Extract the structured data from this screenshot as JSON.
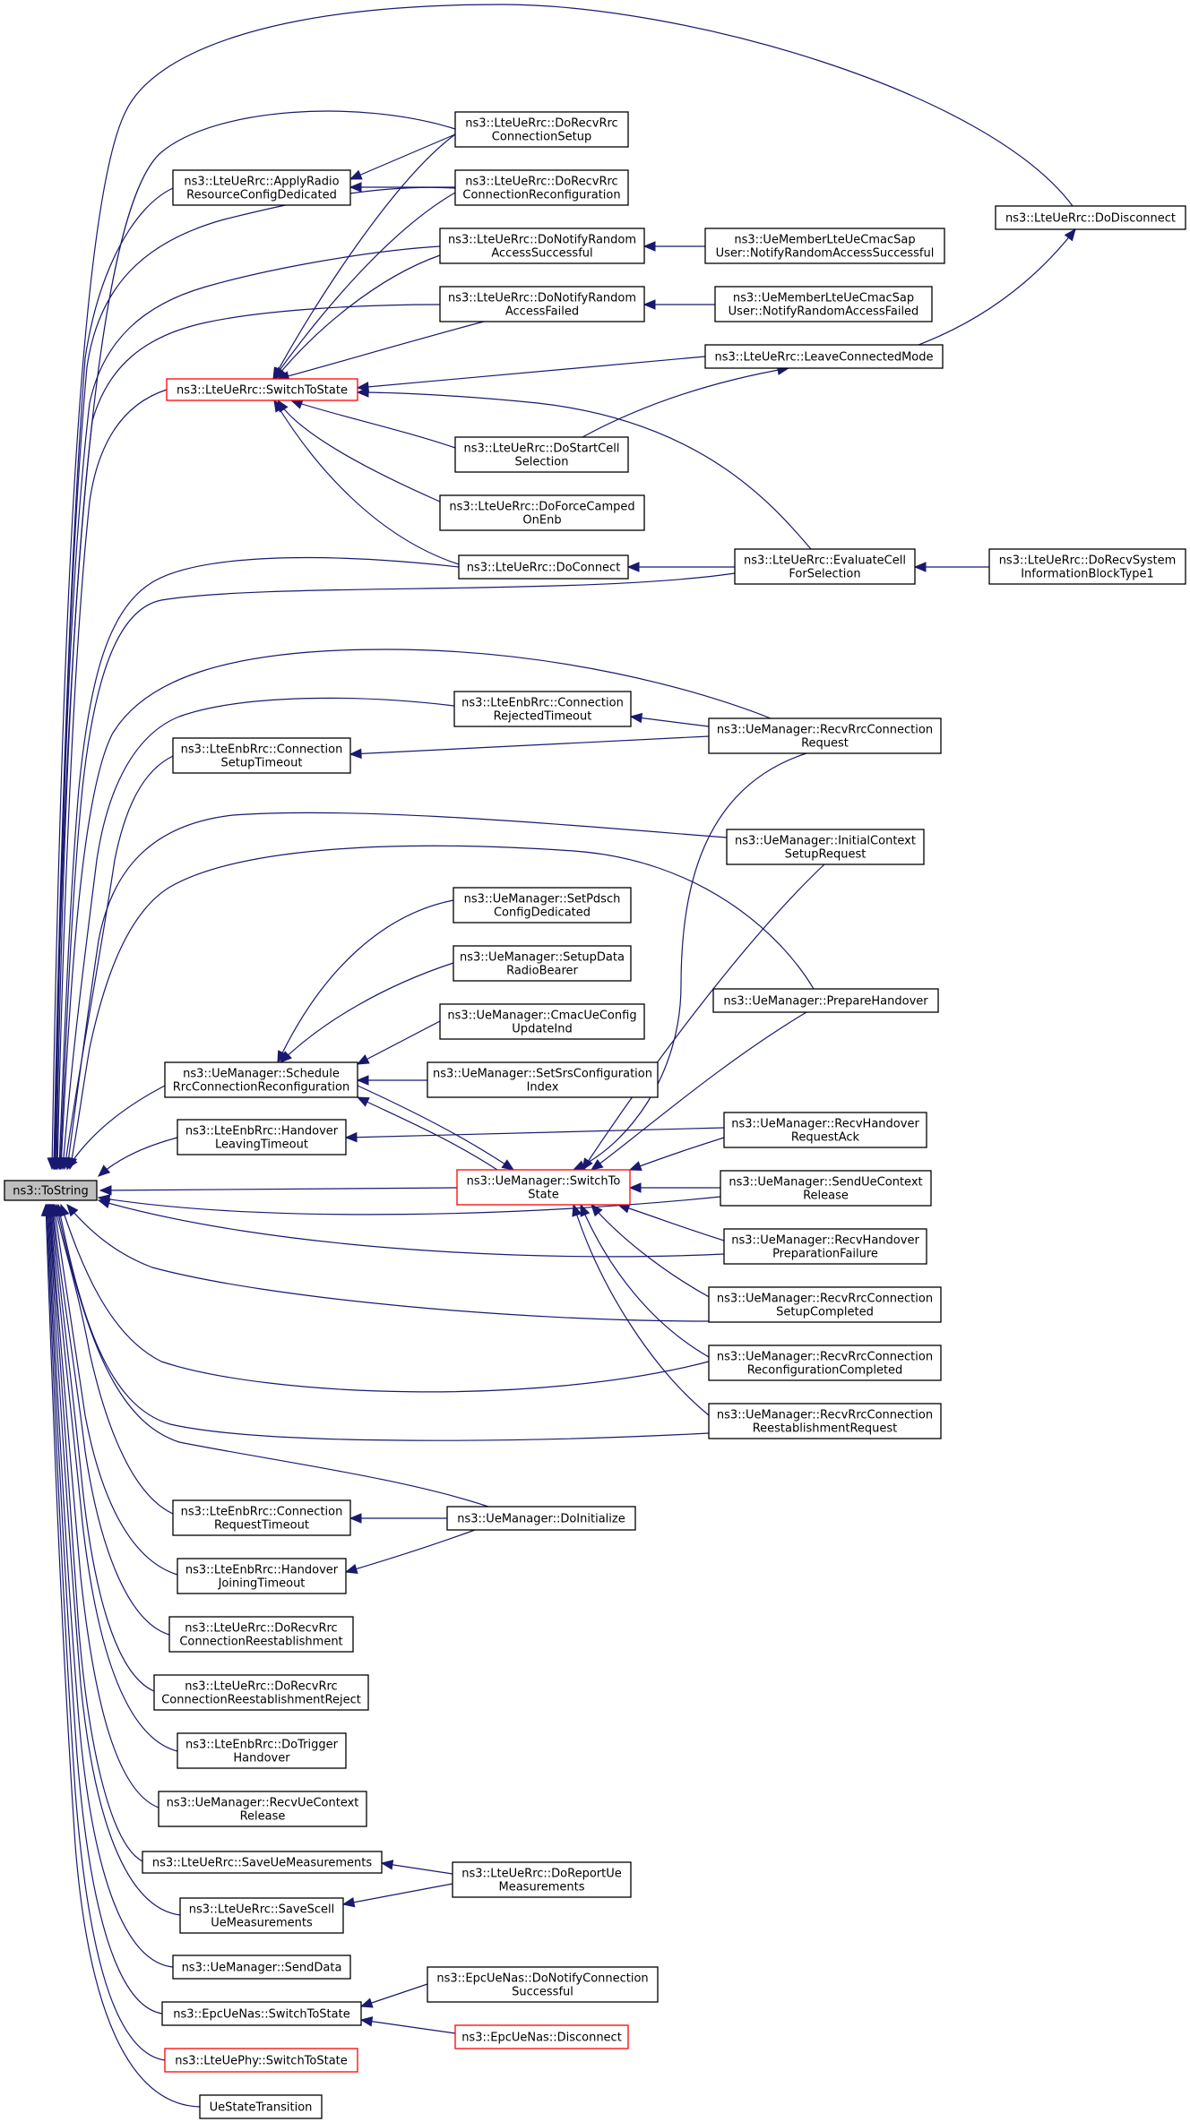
{
  "graph": {
    "nodes": [
      {
        "id": "tostring",
        "lines": [
          "ns3::ToString"
        ],
        "style": "root"
      },
      {
        "id": "doDisconnect",
        "lines": [
          "ns3::LteUeRrc::DoDisconnect"
        ],
        "style": "normal"
      },
      {
        "id": "doRecvRrcConnSetup",
        "lines": [
          "ns3::LteUeRrc::DoRecvRrc",
          "ConnectionSetup"
        ],
        "style": "normal"
      },
      {
        "id": "applyRadio",
        "lines": [
          "ns3::LteUeRrc::ApplyRadio",
          "ResourceConfigDedicated"
        ],
        "style": "normal"
      },
      {
        "id": "doRecvRrcConnReconf",
        "lines": [
          "ns3::LteUeRrc::DoRecvRrc",
          "ConnectionReconfiguration"
        ],
        "style": "normal"
      },
      {
        "id": "doNotifyRASucc",
        "lines": [
          "ns3::LteUeRrc::DoNotifyRandom",
          "AccessSuccessful"
        ],
        "style": "normal"
      },
      {
        "id": "ueMemberSucc",
        "lines": [
          "ns3::UeMemberLteUeCmacSap",
          "User::NotifyRandomAccessSuccessful"
        ],
        "style": "normal"
      },
      {
        "id": "doNotifyRAFail",
        "lines": [
          "ns3::LteUeRrc::DoNotifyRandom",
          "AccessFailed"
        ],
        "style": "normal"
      },
      {
        "id": "ueMemberFail",
        "lines": [
          "ns3::UeMemberLteUeCmacSap",
          "User::NotifyRandomAccessFailed"
        ],
        "style": "normal"
      },
      {
        "id": "ueSwitchToState",
        "lines": [
          "ns3::LteUeRrc::SwitchToState"
        ],
        "style": "red"
      },
      {
        "id": "leaveConnected",
        "lines": [
          "ns3::LteUeRrc::LeaveConnectedMode"
        ],
        "style": "normal"
      },
      {
        "id": "doStartCellSel",
        "lines": [
          "ns3::LteUeRrc::DoStartCell",
          "Selection"
        ],
        "style": "normal"
      },
      {
        "id": "doForceCamped",
        "lines": [
          "ns3::LteUeRrc::DoForceCamped",
          "OnEnb"
        ],
        "style": "normal"
      },
      {
        "id": "doConnect",
        "lines": [
          "ns3::LteUeRrc::DoConnect"
        ],
        "style": "normal"
      },
      {
        "id": "evaluateCell",
        "lines": [
          "ns3::LteUeRrc::EvaluateCell",
          "ForSelection"
        ],
        "style": "normal"
      },
      {
        "id": "doRecvSIB1",
        "lines": [
          "ns3::LteUeRrc::DoRecvSystem",
          "InformationBlockType1"
        ],
        "style": "normal"
      },
      {
        "id": "connRejectedTimeout",
        "lines": [
          "ns3::LteEnbRrc::Connection",
          "RejectedTimeout"
        ],
        "style": "normal"
      },
      {
        "id": "connSetupTimeout",
        "lines": [
          "ns3::LteEnbRrc::Connection",
          "SetupTimeout"
        ],
        "style": "normal"
      },
      {
        "id": "recvRrcConnRequest",
        "lines": [
          "ns3::UeManager::RecvRrcConnection",
          "Request"
        ],
        "style": "normal"
      },
      {
        "id": "initialCtxSetup",
        "lines": [
          "ns3::UeManager::InitialContext",
          "SetupRequest"
        ],
        "style": "normal"
      },
      {
        "id": "setPdsch",
        "lines": [
          "ns3::UeManager::SetPdsch",
          "ConfigDedicated"
        ],
        "style": "normal"
      },
      {
        "id": "setupDataRB",
        "lines": [
          "ns3::UeManager::SetupData",
          "RadioBearer"
        ],
        "style": "normal"
      },
      {
        "id": "prepareHandover",
        "lines": [
          "ns3::UeManager::PrepareHandover"
        ],
        "style": "normal"
      },
      {
        "id": "cmacUeConfig",
        "lines": [
          "ns3::UeManager::CmacUeConfig",
          "UpdateInd"
        ],
        "style": "normal"
      },
      {
        "id": "scheduleRrcReconf",
        "lines": [
          "ns3::UeManager::Schedule",
          "RrcConnectionReconfiguration"
        ],
        "style": "normal"
      },
      {
        "id": "setSrsConfig",
        "lines": [
          "ns3::UeManager::SetSrsConfiguration",
          "Index"
        ],
        "style": "normal"
      },
      {
        "id": "handoverLeavingTimeout",
        "lines": [
          "ns3::LteEnbRrc::Handover",
          "LeavingTimeout"
        ],
        "style": "normal"
      },
      {
        "id": "recvHandoverReqAck",
        "lines": [
          "ns3::UeManager::RecvHandover",
          "RequestAck"
        ],
        "style": "normal"
      },
      {
        "id": "umSwitchToState",
        "lines": [
          "ns3::UeManager::SwitchTo",
          "State"
        ],
        "style": "red"
      },
      {
        "id": "sendUeCtxRelease",
        "lines": [
          "ns3::UeManager::SendUeContext",
          "Release"
        ],
        "style": "normal"
      },
      {
        "id": "recvHandoverPrepFail",
        "lines": [
          "ns3::UeManager::RecvHandover",
          "PreparationFailure"
        ],
        "style": "normal"
      },
      {
        "id": "recvRrcConnSetupCompleted",
        "lines": [
          "ns3::UeManager::RecvRrcConnection",
          "SetupCompleted"
        ],
        "style": "normal"
      },
      {
        "id": "recvRrcConnReconfCompleted",
        "lines": [
          "ns3::UeManager::RecvRrcConnection",
          "ReconfigurationCompleted"
        ],
        "style": "normal"
      },
      {
        "id": "recvRrcConnReestReq",
        "lines": [
          "ns3::UeManager::RecvRrcConnection",
          "ReestablishmentRequest"
        ],
        "style": "normal"
      },
      {
        "id": "connRequestTimeout",
        "lines": [
          "ns3::LteEnbRrc::Connection",
          "RequestTimeout"
        ],
        "style": "normal"
      },
      {
        "id": "doInitialize",
        "lines": [
          "ns3::UeManager::DoInitialize"
        ],
        "style": "normal"
      },
      {
        "id": "handoverJoiningTimeout",
        "lines": [
          "ns3::LteEnbRrc::Handover",
          "JoiningTimeout"
        ],
        "style": "normal"
      },
      {
        "id": "doRecvRrcConnReest",
        "lines": [
          "ns3::LteUeRrc::DoRecvRrc",
          "ConnectionReestablishment"
        ],
        "style": "normal"
      },
      {
        "id": "doRecvRrcConnReestReject",
        "lines": [
          "ns3::LteUeRrc::DoRecvRrc",
          "ConnectionReestablishmentReject"
        ],
        "style": "normal"
      },
      {
        "id": "doTriggerHandover",
        "lines": [
          "ns3::LteEnbRrc::DoTrigger",
          "Handover"
        ],
        "style": "normal"
      },
      {
        "id": "recvUeCtxRelease",
        "lines": [
          "ns3::UeManager::RecvUeContext",
          "Release"
        ],
        "style": "normal"
      },
      {
        "id": "saveUeMeas",
        "lines": [
          "ns3::LteUeRrc::SaveUeMeasurements"
        ],
        "style": "normal"
      },
      {
        "id": "doReportUeMeas",
        "lines": [
          "ns3::LteUeRrc::DoReportUe",
          "Measurements"
        ],
        "style": "normal"
      },
      {
        "id": "saveScellUeMeas",
        "lines": [
          "ns3::LteUeRrc::SaveScell",
          "UeMeasurements"
        ],
        "style": "normal"
      },
      {
        "id": "sendData",
        "lines": [
          "ns3::UeManager::SendData"
        ],
        "style": "normal"
      },
      {
        "id": "epcSwitchToState",
        "lines": [
          "ns3::EpcUeNas::SwitchToState"
        ],
        "style": "normal"
      },
      {
        "id": "epcDoNotifyConnSucc",
        "lines": [
          "ns3::EpcUeNas::DoNotifyConnection",
          "Successful"
        ],
        "style": "normal"
      },
      {
        "id": "epcDisconnect",
        "lines": [
          "ns3::EpcUeNas::Disconnect"
        ],
        "style": "red"
      },
      {
        "id": "phySwitchToState",
        "lines": [
          "ns3::LteUePhy::SwitchToState"
        ],
        "style": "red"
      },
      {
        "id": "ueStateTransition",
        "lines": [
          "UeStateTransition"
        ],
        "style": "normal"
      }
    ],
    "edges": [
      [
        "doDisconnect",
        "tostring"
      ],
      [
        "doRecvRrcConnSetup",
        "tostring"
      ],
      [
        "applyRadio",
        "tostring"
      ],
      [
        "doRecvRrcConnReconf",
        "tostring"
      ],
      [
        "doNotifyRASucc",
        "tostring"
      ],
      [
        "doNotifyRAFail",
        "tostring"
      ],
      [
        "ueSwitchToState",
        "tostring"
      ],
      [
        "doConnect",
        "tostring"
      ],
      [
        "evaluateCell",
        "tostring"
      ],
      [
        "recvRrcConnRequest",
        "tostring"
      ],
      [
        "connRejectedTimeout",
        "tostring"
      ],
      [
        "connSetupTimeout",
        "tostring"
      ],
      [
        "initialCtxSetup",
        "tostring"
      ],
      [
        "prepareHandover",
        "tostring"
      ],
      [
        "scheduleRrcReconf",
        "tostring"
      ],
      [
        "handoverLeavingTimeout",
        "tostring"
      ],
      [
        "umSwitchToState",
        "tostring"
      ],
      [
        "sendUeCtxRelease",
        "tostring"
      ],
      [
        "recvHandoverPrepFail",
        "tostring"
      ],
      [
        "recvRrcConnSetupCompleted",
        "tostring"
      ],
      [
        "recvRrcConnReconfCompleted",
        "tostring"
      ],
      [
        "recvRrcConnReestReq",
        "tostring"
      ],
      [
        "doInitialize",
        "tostring"
      ],
      [
        "connRequestTimeout",
        "tostring"
      ],
      [
        "handoverJoiningTimeout",
        "tostring"
      ],
      [
        "doRecvRrcConnReest",
        "tostring"
      ],
      [
        "doRecvRrcConnReestReject",
        "tostring"
      ],
      [
        "doTriggerHandover",
        "tostring"
      ],
      [
        "recvUeCtxRelease",
        "tostring"
      ],
      [
        "saveUeMeas",
        "tostring"
      ],
      [
        "saveScellUeMeas",
        "tostring"
      ],
      [
        "sendData",
        "tostring"
      ],
      [
        "epcSwitchToState",
        "tostring"
      ],
      [
        "phySwitchToState",
        "tostring"
      ],
      [
        "ueStateTransition",
        "tostring"
      ],
      [
        "doRecvRrcConnSetup",
        "applyRadio"
      ],
      [
        "doRecvRrcConnReconf",
        "applyRadio"
      ],
      [
        "ueMemberSucc",
        "doNotifyRASucc"
      ],
      [
        "ueMemberFail",
        "doNotifyRAFail"
      ],
      [
        "doRecvRrcConnSetup",
        "ueSwitchToState"
      ],
      [
        "doRecvRrcConnReconf",
        "ueSwitchToState"
      ],
      [
        "doNotifyRASucc",
        "ueSwitchToState"
      ],
      [
        "doNotifyRAFail",
        "ueSwitchToState"
      ],
      [
        "leaveConnected",
        "ueSwitchToState"
      ],
      [
        "doStartCellSel",
        "ueSwitchToState"
      ],
      [
        "doForceCamped",
        "ueSwitchToState"
      ],
      [
        "doConnect",
        "ueSwitchToState"
      ],
      [
        "evaluateCell",
        "ueSwitchToState"
      ],
      [
        "leaveConnected",
        "doDisconnect"
      ],
      [
        "doStartCellSel",
        "leaveConnected"
      ],
      [
        "evaluateCell",
        "doConnect"
      ],
      [
        "doRecvSIB1",
        "evaluateCell"
      ],
      [
        "recvRrcConnRequest",
        "connRejectedTimeout"
      ],
      [
        "recvRrcConnRequest",
        "connSetupTimeout"
      ],
      [
        "setPdsch",
        "scheduleRrcReconf"
      ],
      [
        "setupDataRB",
        "scheduleRrcReconf"
      ],
      [
        "cmacUeConfig",
        "scheduleRrcReconf"
      ],
      [
        "setSrsConfig",
        "scheduleRrcReconf"
      ],
      [
        "umSwitchToState",
        "scheduleRrcReconf"
      ],
      [
        "recvHandoverReqAck",
        "handoverLeavingTimeout"
      ],
      [
        "scheduleRrcReconf",
        "umSwitchToState"
      ],
      [
        "recvRrcConnRequest",
        "umSwitchToState"
      ],
      [
        "initialCtxSetup",
        "umSwitchToState"
      ],
      [
        "prepareHandover",
        "umSwitchToState"
      ],
      [
        "recvHandoverReqAck",
        "umSwitchToState"
      ],
      [
        "sendUeCtxRelease",
        "umSwitchToState"
      ],
      [
        "recvHandoverPrepFail",
        "umSwitchToState"
      ],
      [
        "recvRrcConnSetupCompleted",
        "umSwitchToState"
      ],
      [
        "recvRrcConnReconfCompleted",
        "umSwitchToState"
      ],
      [
        "recvRrcConnReestReq",
        "umSwitchToState"
      ],
      [
        "doInitialize",
        "connRequestTimeout"
      ],
      [
        "doInitialize",
        "handoverJoiningTimeout"
      ],
      [
        "doReportUeMeas",
        "saveUeMeas"
      ],
      [
        "doReportUeMeas",
        "saveScellUeMeas"
      ],
      [
        "epcDoNotifyConnSucc",
        "epcSwitchToState"
      ],
      [
        "epcDisconnect",
        "epcSwitchToState"
      ]
    ]
  }
}
